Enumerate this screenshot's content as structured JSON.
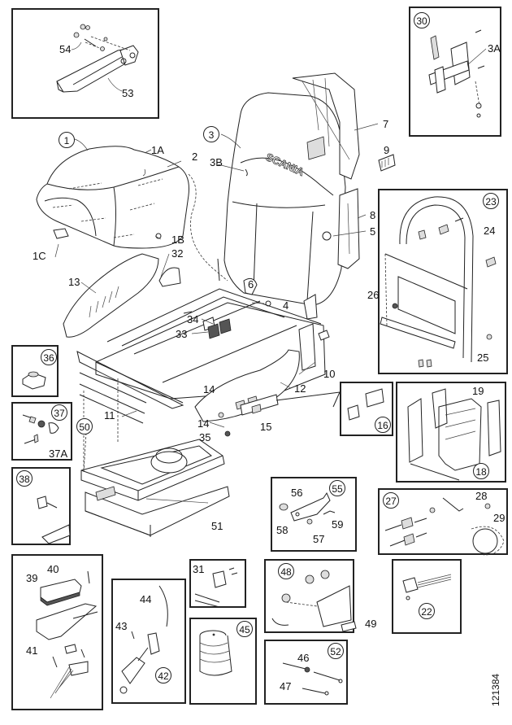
{
  "diagram": {
    "title": "Scania driver seat exploded parts diagram",
    "document_number": "121384",
    "brand_text": "SCANIA",
    "main_labels": [
      {
        "id": "1",
        "circled": true
      },
      {
        "id": "1A",
        "circled": false
      },
      {
        "id": "1B",
        "circled": false
      },
      {
        "id": "1C",
        "circled": false
      },
      {
        "id": "2",
        "circled": false
      },
      {
        "id": "3",
        "circled": true
      },
      {
        "id": "3B",
        "circled": false
      },
      {
        "id": "4",
        "circled": false
      },
      {
        "id": "5",
        "circled": false
      },
      {
        "id": "6",
        "circled": false
      },
      {
        "id": "7",
        "circled": false
      },
      {
        "id": "8",
        "circled": false
      },
      {
        "id": "9",
        "circled": false
      },
      {
        "id": "10",
        "circled": false
      },
      {
        "id": "11",
        "circled": false
      },
      {
        "id": "12",
        "circled": false
      },
      {
        "id": "13",
        "circled": false
      },
      {
        "id": "14",
        "circled": false
      },
      {
        "id": "14",
        "circled": false
      },
      {
        "id": "15",
        "circled": false
      },
      {
        "id": "32",
        "circled": false
      },
      {
        "id": "33",
        "circled": false
      },
      {
        "id": "34",
        "circled": false
      },
      {
        "id": "35",
        "circled": false
      },
      {
        "id": "50",
        "circled": true
      },
      {
        "id": "51",
        "circled": false
      }
    ],
    "insets": [
      {
        "name": "armrest",
        "labels": [
          "54",
          "53"
        ]
      },
      {
        "name": "kit-30",
        "circled": "30",
        "labels": [
          "3A"
        ]
      },
      {
        "name": "kit-23",
        "circled": "23",
        "labels": [
          "24",
          "26",
          "25"
        ]
      },
      {
        "name": "kit-36",
        "circled": "36",
        "labels": []
      },
      {
        "name": "kit-37",
        "circled": "37",
        "labels": [
          "37A"
        ]
      },
      {
        "name": "kit-38",
        "circled": "38",
        "labels": []
      },
      {
        "name": "kit-16",
        "circled": "16",
        "labels": []
      },
      {
        "name": "kit-19",
        "circled": "18",
        "labels": [
          "19"
        ]
      },
      {
        "name": "kit-55",
        "circled": "55",
        "labels": [
          "56",
          "58",
          "57",
          "59"
        ]
      },
      {
        "name": "kit-27",
        "circled": "27",
        "labels": [
          "28",
          "29"
        ]
      },
      {
        "name": "kit-39",
        "circled": null,
        "labels": [
          "40",
          "39",
          "41"
        ]
      },
      {
        "name": "kit-42",
        "circled": "42",
        "labels": [
          "44",
          "43"
        ]
      },
      {
        "name": "kit-31",
        "circled": null,
        "labels": [
          "31"
        ]
      },
      {
        "name": "kit-45",
        "circled": "45",
        "labels": []
      },
      {
        "name": "kit-48",
        "circled": "48",
        "labels": [
          "49"
        ]
      },
      {
        "name": "kit-52",
        "circled": "52",
        "labels": [
          "46",
          "47"
        ]
      },
      {
        "name": "kit-22",
        "circled": "22",
        "labels": []
      }
    ]
  }
}
